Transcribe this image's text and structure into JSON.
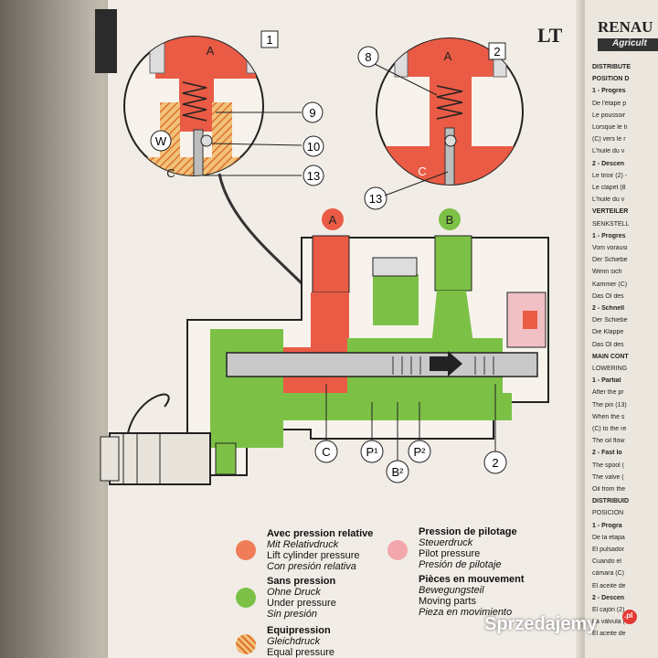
{
  "left_page_heading": "LT",
  "right_page": {
    "brand": "RENAU",
    "brand_sub": "Agricult",
    "lines": [
      {
        "t": "DISTRIBUTE",
        "b": true
      },
      {
        "t": "POSITION D",
        "b": true
      },
      {
        "t": "1 - Progres",
        "b": true
      },
      {
        "t": "De l'étape p",
        "b": false
      },
      {
        "t": "Le poussoir",
        "b": false
      },
      {
        "t": "Lorsque le ti",
        "b": false
      },
      {
        "t": "(C) vers le r",
        "b": false
      },
      {
        "t": "L'huile du v",
        "b": false
      },
      {
        "t": "2 - Descen",
        "b": true
      },
      {
        "t": "Le tiroir (2) -",
        "b": false
      },
      {
        "t": "Le clapet (8",
        "b": false
      },
      {
        "t": "L'huile du v",
        "b": false
      },
      {
        "t": "VERTEILER",
        "b": true
      },
      {
        "t": "SENKSTELL",
        "b": false
      },
      {
        "t": "1 - Progres",
        "b": true
      },
      {
        "t": "Vom vorausi",
        "b": false
      },
      {
        "t": "Der Schiebe",
        "b": false
      },
      {
        "t": "Wenn sich",
        "b": false
      },
      {
        "t": "Kammer (C)",
        "b": false
      },
      {
        "t": "Das Öl des",
        "b": false
      },
      {
        "t": "2 - Schnell",
        "b": true
      },
      {
        "t": "Der Schiebe",
        "b": false
      },
      {
        "t": "Die Klappe",
        "b": false
      },
      {
        "t": "Das Öl des",
        "b": false
      },
      {
        "t": "MAIN CONT",
        "b": true
      },
      {
        "t": "LOWERING",
        "b": false
      },
      {
        "t": "1 - Partial",
        "b": true
      },
      {
        "t": "After the pr",
        "b": false
      },
      {
        "t": "The pin (13)",
        "b": false
      },
      {
        "t": "When the s",
        "b": false
      },
      {
        "t": "(C) to the re",
        "b": false
      },
      {
        "t": "The oil flow",
        "b": false
      },
      {
        "t": "2 - Fast lo",
        "b": true
      },
      {
        "t": "The spool (",
        "b": false
      },
      {
        "t": "The valve (",
        "b": false
      },
      {
        "t": "Oil from the",
        "b": false
      },
      {
        "t": "DISTRIBUID",
        "b": true
      },
      {
        "t": "POSICION",
        "b": false
      },
      {
        "t": "1 - Progra",
        "b": true
      },
      {
        "t": "De la etapa",
        "b": false
      },
      {
        "t": "El pulsador",
        "b": false
      },
      {
        "t": "Cuando el",
        "b": false
      },
      {
        "t": "cámara (C)",
        "b": false
      },
      {
        "t": "El aceite de",
        "b": false
      },
      {
        "t": "2 - Descen",
        "b": true
      },
      {
        "t": "El cajón (2)",
        "b": false
      },
      {
        "t": "La válvula (",
        "b": false
      },
      {
        "t": "El aceite de",
        "b": false
      }
    ]
  },
  "diagram": {
    "box1": "1",
    "box2": "2",
    "labels": {
      "a_top1": "A",
      "c1": "C",
      "w": "W",
      "n9": "9",
      "n10": "10",
      "n13a": "13",
      "a_top2": "A",
      "c2": "C",
      "n8": "8",
      "n13b": "13",
      "port_a": "A",
      "port_b": "B",
      "c_bottom": "C",
      "p1": "P¹",
      "p2": "P²",
      "b2": "B²",
      "n2": "2"
    }
  },
  "legend": [
    {
      "l1": "Avec pression relative",
      "l2": "Mit Relativdruck",
      "l3": "Lift cylinder pressure",
      "l4": "Con presión relativa",
      "color": "#ef7d57",
      "pattern": false
    },
    {
      "l1": "Sans pression",
      "l2": "Ohne Druck",
      "l3": "Under pressure",
      "l4": "Sin presión",
      "color": "#7cc146",
      "pattern": false
    },
    {
      "l1": "Equipression",
      "l2": "Gleichdruck",
      "l3": "Equal pressure",
      "l4": "",
      "color": "#e9a43b",
      "pattern": true
    },
    {
      "l1": "Pression de pilotage",
      "l2": "Steuerdruck",
      "l3": "Pilot pressure",
      "l4": "Presión de pilotaje",
      "color": "#f2a7ad",
      "pattern": false
    },
    {
      "l1": "Pièces en mouvement",
      "l2": "Bewegungsteil",
      "l3": "Moving parts",
      "l4": "Pieza en movimiento",
      "color": "",
      "pattern": false
    }
  ],
  "watermark": "Sprzedajemy",
  "watermark_suffix": ".pl"
}
